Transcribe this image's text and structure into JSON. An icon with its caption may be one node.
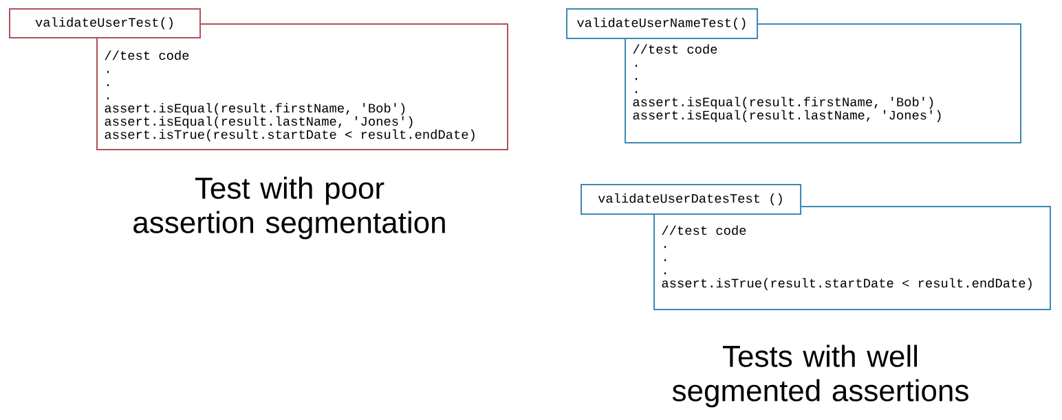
{
  "diagram": {
    "nodes": [
      {
        "text": [
          "validateUserTest()"
        ]
      },
      {
        "text": [
          "//test code",
          ".",
          ".",
          ".",
          "assert.isEqual(result.firstName, 'Bob')",
          "assert.isEqual(result.lastName, 'Jones')",
          "assert.isTrue(result.startDate < result.endDate)"
        ]
      },
      {
        "text": [
          "validateUserNameTest()"
        ]
      },
      {
        "text": [
          "//test code",
          ".",
          ".",
          ".",
          "assert.isEqual(result.firstName, 'Bob')",
          "assert.isEqual(result.lastName, 'Jones')"
        ]
      },
      {
        "text": [
          "validateUserDatesTest ()"
        ]
      },
      {
        "text": [
          "//test code",
          ".",
          ".",
          ".",
          "assert.isTrue(result.startDate < result.endDate)"
        ]
      }
    ],
    "labels": [
      "Test with poor assertion segmentation",
      "Tests with well segmented assertions"
    ]
  }
}
